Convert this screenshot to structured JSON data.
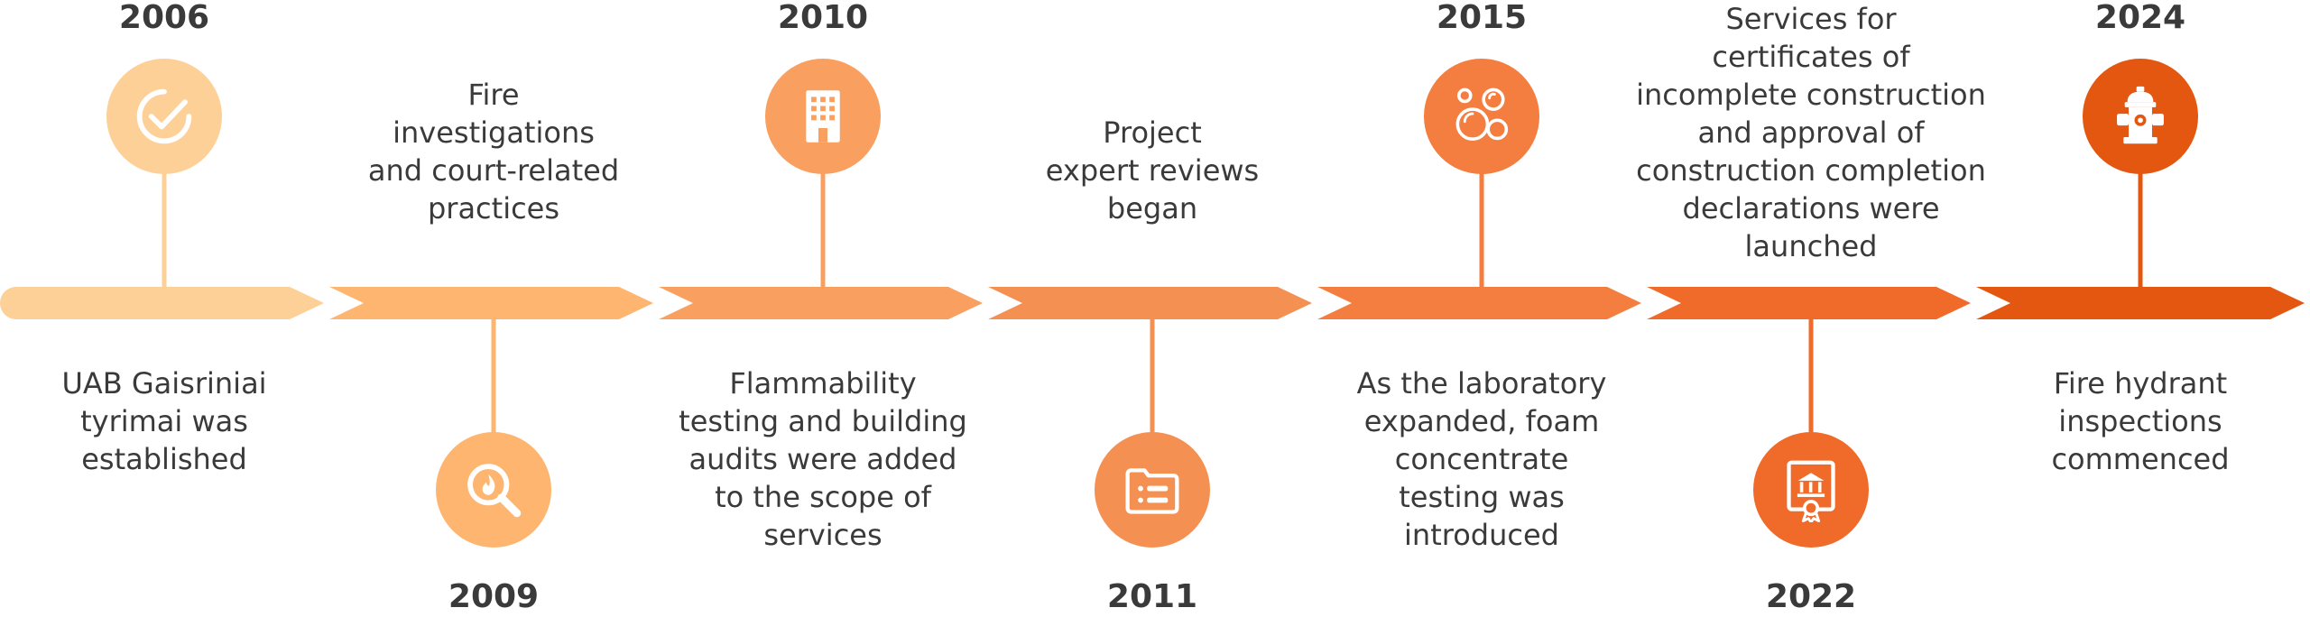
{
  "colors": {
    "stage1": "#FDD098",
    "stage2": "#FDB56F",
    "stage3": "#F9A061",
    "stage4": "#F59053",
    "stage5": "#F47E40",
    "stage6": "#F06B2A",
    "stage7": "#E45710",
    "text": "#3a3a3a",
    "icon": "#ffffff"
  },
  "milestones": [
    {
      "year": "2006",
      "icon": "check-circle-icon",
      "position": "top",
      "description": "UAB Gaisriniai\ntyrimai was\nestablished"
    },
    {
      "year": "2009",
      "icon": "fire-investigation-magnifier-icon",
      "position": "bottom",
      "description": "Fire\ninvestigations\nand court-related\npractices"
    },
    {
      "year": "2010",
      "icon": "building-icon",
      "position": "top",
      "description": "Flammability\ntesting and building\naudits were added\nto the scope of\nservices"
    },
    {
      "year": "2011",
      "icon": "folder-list-icon",
      "position": "bottom",
      "description": "Project\nexpert reviews\nbegan"
    },
    {
      "year": "2015",
      "icon": "foam-bubbles-icon",
      "position": "top",
      "description": "As the laboratory\nexpanded, foam\nconcentrate\ntesting was\nintroduced"
    },
    {
      "year": "2022",
      "icon": "certificate-icon",
      "position": "bottom",
      "description": "Services for\ncertificates of\nincomplete construction\nand approval of\nconstruction completion\ndeclarations were launched"
    },
    {
      "year": "2024",
      "icon": "fire-hydrant-icon",
      "position": "top",
      "description": "Fire hydrant\ninspections\ncommenced"
    }
  ]
}
